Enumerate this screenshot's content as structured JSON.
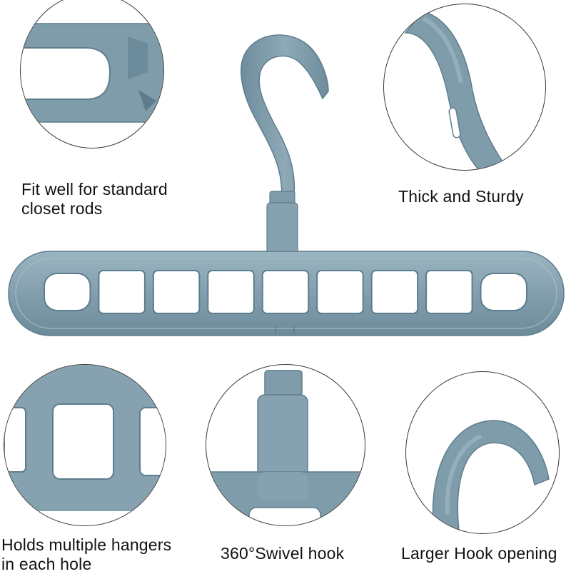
{
  "colors": {
    "hanger": "#7f9cab",
    "hanger_dark": "#5e7d8c",
    "hanger_light": "#a3bbc7",
    "outline": "#3a3a3a",
    "text": "#111111"
  },
  "features": [
    {
      "id": "rod",
      "line1": "Fit well for standard",
      "line2": "closet rods"
    },
    {
      "id": "sturdy",
      "line1": "Thick and Sturdy",
      "line2": ""
    },
    {
      "id": "holes",
      "line1": "Holds multiple hangers",
      "line2": "in each hole"
    },
    {
      "id": "swivel",
      "line1": "360°Swivel hook",
      "line2": ""
    },
    {
      "id": "opening",
      "line1": "Larger Hook opening",
      "line2": ""
    }
  ],
  "hanger": {
    "hole_count": 9
  }
}
